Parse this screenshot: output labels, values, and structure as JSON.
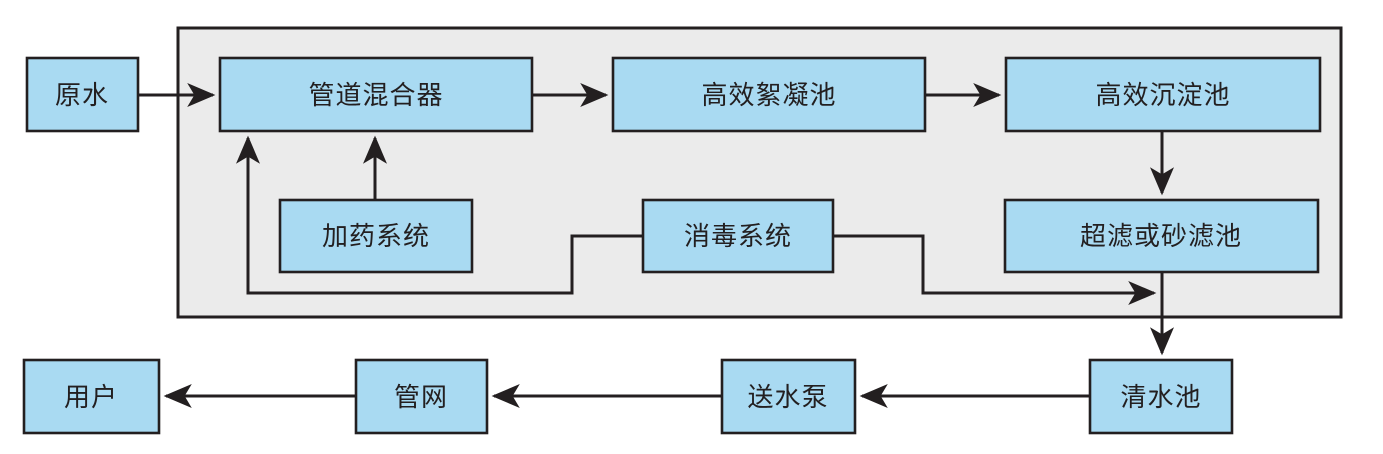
{
  "diagram": {
    "type": "flowchart",
    "background_color": "#ffffff",
    "colors": {
      "node_fill": "#a9daf2",
      "node_border": "#231f20",
      "container_fill": "#ebebeb",
      "container_border": "#231f20",
      "line": "#231f20"
    },
    "container": {
      "description": "treatment-plant-boundary"
    },
    "nodes": [
      {
        "id": "raw-water",
        "label": "原水"
      },
      {
        "id": "pipe-mixer",
        "label": "管道混合器"
      },
      {
        "id": "flocculation-tank",
        "label": "高效絮凝池"
      },
      {
        "id": "sedimentation-tank",
        "label": "高效沉淀池"
      },
      {
        "id": "dosing-system",
        "label": "加药系统"
      },
      {
        "id": "disinfection-system",
        "label": "消毒系统"
      },
      {
        "id": "filter-tank",
        "label": "超滤或砂滤池"
      },
      {
        "id": "clear-water-tank",
        "label": "清水池"
      },
      {
        "id": "water-pump",
        "label": "送水泵"
      },
      {
        "id": "pipe-network",
        "label": "管网"
      },
      {
        "id": "user",
        "label": "用户"
      }
    ],
    "edges": [
      {
        "from": "raw-water",
        "to": "pipe-mixer",
        "direction": "right"
      },
      {
        "from": "pipe-mixer",
        "to": "flocculation-tank",
        "direction": "right"
      },
      {
        "from": "flocculation-tank",
        "to": "sedimentation-tank",
        "direction": "right"
      },
      {
        "from": "sedimentation-tank",
        "to": "filter-tank",
        "direction": "down"
      },
      {
        "from": "dosing-system",
        "to": "pipe-mixer",
        "direction": "up"
      },
      {
        "from": "disinfection-system",
        "to": "pipe-mixer",
        "direction": "left-then-up"
      },
      {
        "from": "disinfection-system",
        "to": "filter-tank-outlet-line",
        "direction": "right"
      },
      {
        "from": "filter-tank",
        "to": "clear-water-tank",
        "direction": "down"
      },
      {
        "from": "clear-water-tank",
        "to": "water-pump",
        "direction": "left"
      },
      {
        "from": "water-pump",
        "to": "pipe-network",
        "direction": "left"
      },
      {
        "from": "pipe-network",
        "to": "user",
        "direction": "left"
      }
    ]
  }
}
